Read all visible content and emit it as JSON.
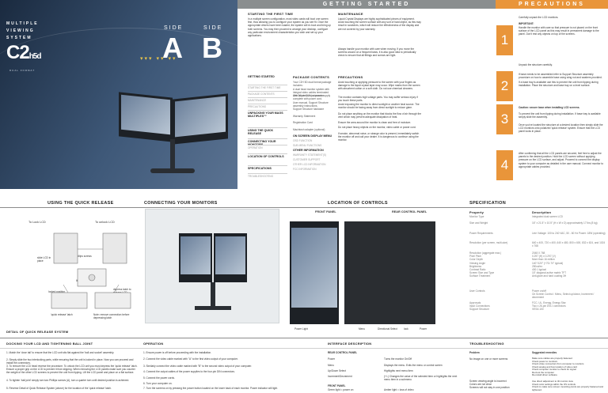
{
  "header": {
    "getting_started": "GETTING STARTED",
    "precautions": "PRECAUTIONS"
  },
  "cover": {
    "brand": [
      "MULTIPLE",
      "VIEWING",
      "SYSTEM"
    ],
    "model": "C2",
    "model_sup": "h",
    "model_sub": "5",
    "model_end": "d",
    "model_caption": "DUAL FORMAT",
    "side_a_label": "SIDE",
    "side_a_letter": "A",
    "side_b_label": "SIDE",
    "side_b_letter": "B",
    "dots": "▾▾▾ ▾▾ ▾▾"
  },
  "first_time": {
    "title": "STARTING THE FIRST TIME",
    "body": "In a multiple screen configuration, most video cards will boot one screen first, thus allowing you to configure your system as you see fit. Once the appropriate drivers have been loaded, the system will re-boot and bring up both screens. You may then proceed to arrange your desktop, configure any particular environment characteristics you wish and set up your applications."
  },
  "maintenance": {
    "title": "MAINTENANCE",
    "body1": "Liquid Crystal Displays are highly sophisticated pieces of equipment. Avoid touching the screen surface with any sort of hard object, as this may result in scratches, which will reduce the effectiveness of the display and are not covered by your warranty.",
    "body2": "Always handle your monitor with care when moving. If you move the screens around on a frequent basis, it is also good idea to periodically check to ensure that all fittings and screws are tight."
  },
  "toc": {
    "left": [
      {
        "label": "GETTING STARTED",
        "bold": true
      },
      {
        "label": "STARTING THE FIRST TIME",
        "bold": false
      },
      {
        "label": "PACKAGE CONTENTS",
        "bold": false
      },
      {
        "label": "MAINTENANCE",
        "bold": false
      },
      {
        "label": "PRECAUTIONS",
        "bold": false
      },
      {
        "label": "UNPACKING YOUR MAGS MULTIPLES™",
        "bold": true
      },
      {
        "label": "USING THE QUICK RELEASE",
        "bold": true
      },
      {
        "label": "CONNECTING YOUR MONITORS",
        "bold": true
      },
      {
        "label": "OPERATION",
        "bold": false
      },
      {
        "label": "LOCATION OF CONTROLS",
        "bold": true
      },
      {
        "label": "SPECIFICATIONS",
        "bold": true
      },
      {
        "label": "TROUBLESHOOTING",
        "bold": false
      }
    ],
    "right": [
      {
        "label": "ON SCREEN DISPLAY MENU",
        "bold": true
      },
      {
        "label": "OSD FUNCTION",
        "bold": false
      },
      {
        "label": "SUB MENU FUNCTIONS",
        "bold": false
      },
      {
        "label": "OTHER INFORMATION",
        "bold": true
      },
      {
        "label": "WARRANTY STATEMENT(S)",
        "bold": false
      },
      {
        "label": "CUSTOMER SUPPORT",
        "bold": false
      },
      {
        "label": "OTHER LCD INFORMATION",
        "bold": false
      },
      {
        "label": "FCC INFORMATION",
        "bold": false
      }
    ]
  },
  "package": {
    "title": "PACKAGE CONTENTS",
    "items": [
      "Your C2H 5D dual format package includes:",
      "A dual head monitor system with integral video cables terminated with 26-pin DVI-I connector.",
      "One universal input power supply complete with power cord.",
      "User manual. Support Structure assembly instructions.",
      "Support Structure hardware",
      "Warranty Statement",
      "Registration Card",
      "Macintosh adapter (optional)"
    ]
  },
  "precautions": {
    "title": "PRECAUTIONS",
    "items": [
      "Avoid touching or applying pressure to the screen with your fingers as damage to the liquid crystal layer may occur. Wipe marks from the screen with absorbent cotton or a soft cloth. Do not use chemical cleaners.",
      "The monitor contains high voltage parts. You may suffer serious injury if you touch these parts.",
      "Avoid exposing the monitor to direct sunlight or another heat source. The monitor should be facing away from direct sunlight to reduce glare.",
      "Do not place anything on the monitor that blocks the flow of air through the vent which may prevent adequate dissipation of heat.",
      "Ensure the area around the monitor is clean and free of moisture.",
      "Do not place heavy objects on the monitor, video cable or power cord.",
      "If smoke, abnormal noise, or strange odor is present, immediately switch the monitor off and call your dealer. It is dangerous to continue using the monitor."
    ]
  },
  "steps": [
    {
      "num": "1",
      "text": "Carefully unpack the LCD monitors.",
      "title": "IMPORTANT:",
      "body": "Handle the monitor with care so that pressure is not placed on the front surface of the LCD panel as this may result in permanent damage to the panel. Don't rest any objects on top of the screens."
    },
    {
      "num": "2",
      "pre": "Unpack the structure carefully.",
      "text": "If base needs to be assembled refer to Support Structure assembly procedure on how to assemble base using wing nut and washers provided.",
      "body": "If a base tray is available use this to prevent the unit from tipping during installation. Place the structure and base tray on a level surface."
    },
    {
      "num": "3",
      "title": "Caution: secure base when installing LCD screens.",
      "body": "To prevent the unit from tipping during installation. If base tray is available simply slide the assembly.",
      "body2": "Once you've located the structure at a desired location then simply slide the LCD monitors onto polarized 'quick release' system. Ensure that the LCD panel locks in place."
    },
    {
      "num": "4",
      "text": "After confirming that all the LCD panels are secured, feel free to adjust the panels to the desired position. Hold the LCD screen without applying pressure on the LCD surface, and adjust. Proceed to connect the display system to your computer as detailed in the user manual. Connect monitor to appropriate cables provided."
    }
  ],
  "quick": {
    "title": "USING THE QUICK RELEASE",
    "lock": "To Lock LCD",
    "unlock": "To unlock LCD",
    "slide": "slide LCD in place",
    "screws": "(4) Phillips screws",
    "lift": "lift LCD",
    "locked": "locked position",
    "depress": "depress latch to release LCD",
    "qr": "'quick release' latch",
    "note": "Note: remove connection before depressing latch",
    "detail": "DETAIL OF QUICK RELEASE SYSTEM"
  },
  "connect": {
    "title": "CONNECTING YOUR MONITORS"
  },
  "controls": {
    "title": "LOCATION OF CONTROLS",
    "front": "FRONT PANEL",
    "rear": "REAR CONTROL PANEL",
    "labels": [
      "Power Light",
      "Menu",
      "Directional Select",
      "lock",
      "Power"
    ]
  },
  "spec": {
    "title": "SPECIFICATION",
    "col1": "Property",
    "col2": "Description",
    "rows": [
      [
        "Monitor Type",
        "Integrated dual screen LCD"
      ],
      [
        "Size and Weight",
        "16\" x 21.5\" x 10.5\" (H x W x D) approximately 17 lbs (8 kg)"
      ],
      [
        "Power Requirements",
        "Line Voltage: 100 to 240 VAC, 50 - 60 Hz  Power: 18W (operating)"
      ],
      [
        "Resolution (per screen, multi-size)",
        "640 x 400, 720 x 400, 640 x 480, 800 x 600, 832 x 624, and 1024 x 768"
      ],
      [
        "Resolution (aggregate max.)\nPixel Pitch\nColor Depth\nViewing Angle\nBrightness\nContrast Ratio\nScreen Size and Type\nSurface Treatment",
        "2048 X 768\n0.297 (H) x 0.297 (V)\nMore than 16 million\n140°/120° (+70/-70° typical)\n250cd/m²\n400:1 typical\n15\" diagonal active matrix TFT\nAnti-glare and hard coating 3H"
      ],
      [
        "User Controls",
        "Power on/off\nOn Screen Control : Menu, Select up/down, Increment / decrement"
      ],
      [
        "Approvals\nInput Connections\nSupport Structure",
        "FCC, UL, Energy, Energy Star\nTwo x 26-pin DVI-I connectors\nVESA 100"
      ]
    ]
  },
  "docking": {
    "title": "DOCKING YOUR LCD AND TIGHTENING BALL JOINT",
    "items": [
      "1. Match the 'dove tail' to ensure that the LCD unit sits flat against the 'ball and socket' assembly.",
      "2. Simply slide the two interlocking parts, while ensuring that the unit is locked in place. Now you can proceed and install the connectors.",
      "3. To remove the LCD head reverse the procedure. To unlock the LCD unit you must depress the 'quick release' latch. Ensure a proper grip on the LCD to prevent it from slipping. When removing the LCD panels make sure you counter the weight of the other LCD screens to prevent the unit from tipping. Lift the LCD panel and place on a flat surface.",
      "4. To tighten 'ball joint' simply turn two Phillips screws (A), turn a quarter turn until desired position is achieved.",
      "5. Reverse Detail of Quick Release System (above) for the location of the 'quick release' latch."
    ]
  },
  "operation": {
    "title": "OPERATION",
    "items": [
      "1. Ensure power is off before proceeding with the installation.",
      "2. Connect the video cable marked with \"A\" to the first video output of your computer.",
      "3. Similarly connect the video cable marked with \"B\" to the second video output of your computer.",
      "4. Connect the output cables of the power supplies to the four-pin DIN connectors.",
      "5. Connect the power cords.",
      "6. Turn your computer on.",
      "7. Turn the screens on by pressing the power button located on the lower back of each monitor. Power indicator will light."
    ]
  },
  "interface": {
    "title": "INTERFACE DESCRIPTION",
    "rear": "REAR CONTROL PANEL",
    "rows": [
      [
        "Power",
        "Turns the monitor On/Off"
      ],
      [
        "Menu",
        "Displays the menu. Exits the menu or control screen"
      ],
      [
        "Up/Down Select",
        "Highlights next menu item"
      ],
      [
        "Increment/Decrement",
        "(+/-) Changes the value of the selected item or highlights the next menu item in a submenu"
      ]
    ],
    "front": "FRONT PANEL",
    "front_rows": [
      [
        "Green light = power on",
        "Amber light = loss of video"
      ]
    ]
  },
  "trouble": {
    "title": "TROUBLESHOOTING",
    "col1": "Problem",
    "col2": "Suggested remedies",
    "rows": [
      [
        "No image on one or more screens",
        "Make sure cables are properly fastened\nCheck power to monitors\nCheck video connectors from computer to monitors\nCheck analog and bus location of video card\nCheck computer monitor to check for signal\nRe-boot the computer\nRe-install driver software"
      ],
      [
        "Screen viewing angle is incorrect\nColors are not clear\nScreens will not stay in one position",
        "Use direct adjustment to tilt monitor view\nCheck color settings within the OS controls\nCheck to make sure screen mounting pivots are properly fastened and tightened."
      ]
    ]
  }
}
